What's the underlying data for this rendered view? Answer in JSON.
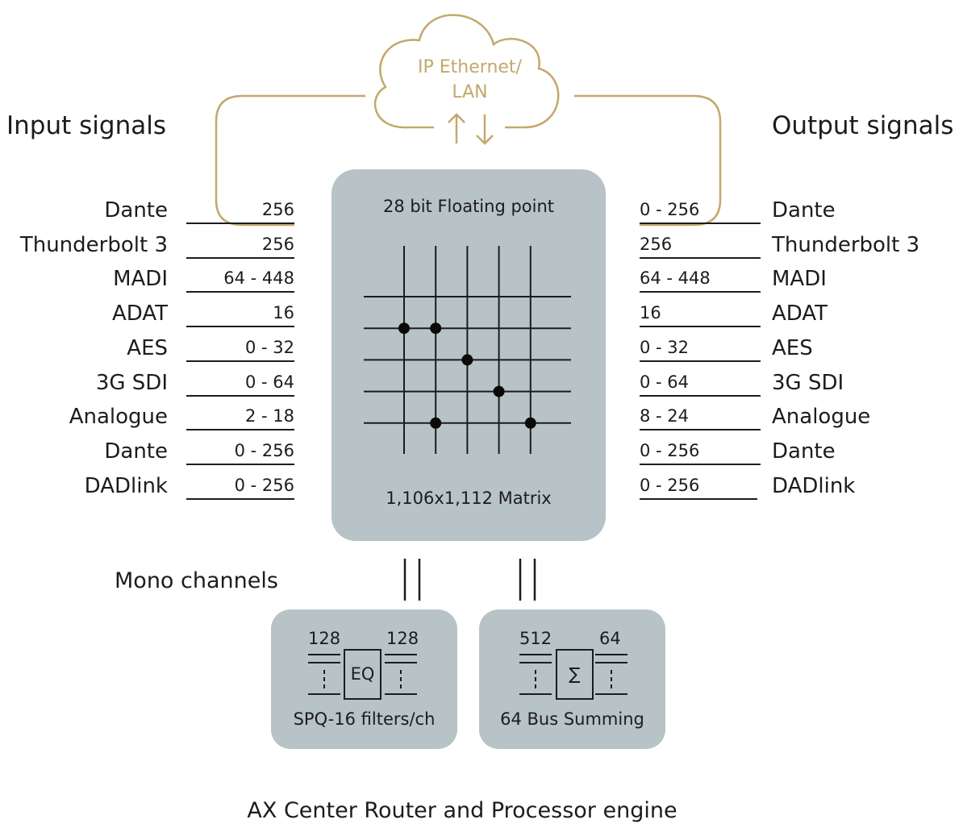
{
  "network": {
    "label_line1": "IP Ethernet/",
    "label_line2": "LAN",
    "up_arrow": "↑",
    "down_arrow": "↓",
    "accent_color": "#c4a86c"
  },
  "headings": {
    "input": "Input signals",
    "output": "Output signals",
    "mono": "Mono channels",
    "footer": "AX Center Router and Processor engine"
  },
  "inputs": [
    {
      "name": "Dante",
      "count": "256"
    },
    {
      "name": "Thunderbolt 3",
      "count": "256"
    },
    {
      "name": "MADI",
      "count": "64 - 448"
    },
    {
      "name": "ADAT",
      "count": "16"
    },
    {
      "name": "AES",
      "count": "0 - 32"
    },
    {
      "name": "3G SDI",
      "count": "0 - 64"
    },
    {
      "name": "Analogue",
      "count": "2 - 18"
    },
    {
      "name": "Dante",
      "count": "0 - 256"
    },
    {
      "name": "DADlink",
      "count": "0 - 256"
    }
  ],
  "outputs": [
    {
      "name": "Dante",
      "count": "0 - 256"
    },
    {
      "name": "Thunderbolt 3",
      "count": "256"
    },
    {
      "name": "MADI",
      "count": "64 - 448"
    },
    {
      "name": "ADAT",
      "count": "16"
    },
    {
      "name": "AES",
      "count": "0 - 32"
    },
    {
      "name": "3G SDI",
      "count": "0 - 64"
    },
    {
      "name": "Analogue",
      "count": "8 - 24"
    },
    {
      "name": "Dante",
      "count": "0 - 256"
    },
    {
      "name": "DADlink",
      "count": "0 - 256"
    }
  ],
  "matrix": {
    "top_label": "28 bit Floating point",
    "bottom_label": "1,106x1,112  Matrix",
    "columns": 5,
    "rows": 5,
    "crosspoints": [
      [
        0,
        1
      ],
      [
        1,
        1
      ],
      [
        2,
        2
      ],
      [
        3,
        3
      ],
      [
        1,
        4
      ],
      [
        4,
        4
      ]
    ],
    "panel_color": "#b8c3c7"
  },
  "eq_block": {
    "in_count": "128",
    "out_count": "128",
    "symbol": "EQ",
    "caption": "SPQ-16 filters/ch"
  },
  "sum_block": {
    "in_count": "512",
    "out_count": "64",
    "symbol": "∑",
    "caption": "64 Bus Summing"
  }
}
